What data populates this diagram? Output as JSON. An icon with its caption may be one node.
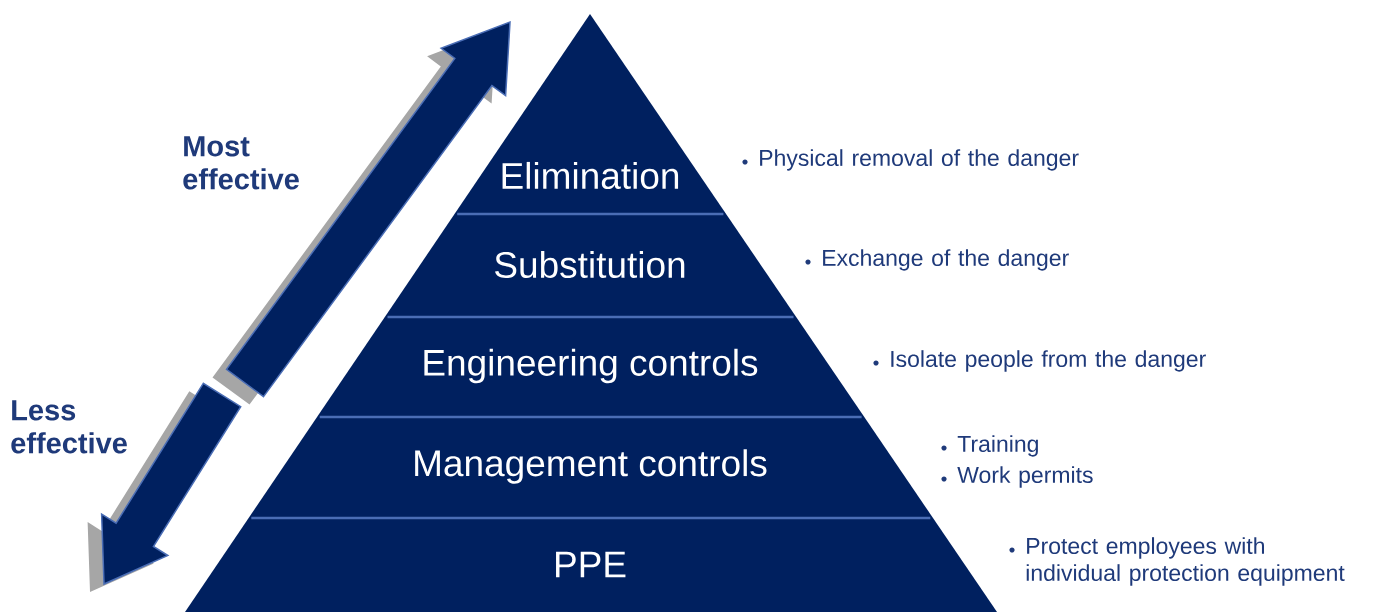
{
  "diagram": {
    "nodes": [
      {
        "text": [
          "Elimination"
        ],
        "beside": [
          "Physical removal of the danger"
        ]
      },
      {
        "text": [
          "Substitution"
        ],
        "beside": [
          "Exchange of the danger"
        ]
      },
      {
        "text": [
          "Engineering controls"
        ],
        "beside": [
          "Isolate people from the danger"
        ]
      },
      {
        "text": [
          "Management controls"
        ],
        "beside": [
          "Training",
          "Work permits"
        ]
      },
      {
        "text": [
          "PPE"
        ],
        "beside": [
          "Protect employees with individual protection equipment"
        ]
      }
    ],
    "labels": [
      "Most effective",
      "Less effective"
    ]
  }
}
